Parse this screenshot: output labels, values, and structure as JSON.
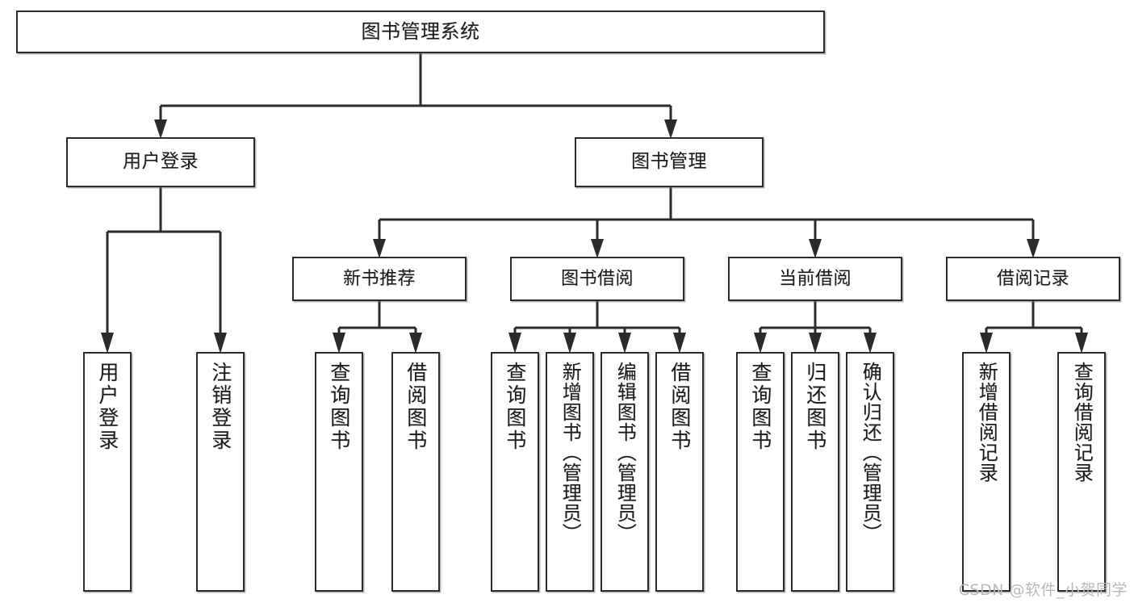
{
  "diagram": {
    "type": "tree-hierarchy",
    "title": "图书管理系统",
    "watermark": "CSDN @软件_小贺同学",
    "colors": {
      "box_border": "#2b2b2b",
      "box_fill": "#ffffff",
      "connector": "#2b2b2b",
      "watermark": "#b9b9b9",
      "background": "#ffffff"
    },
    "nodes": {
      "root": {
        "label": "图书管理系统"
      },
      "level2": [
        {
          "label": "用户登录"
        },
        {
          "label": "图书管理"
        }
      ],
      "level3": [
        {
          "label": "新书推荐"
        },
        {
          "label": "图书借阅"
        },
        {
          "label": "当前借阅"
        },
        {
          "label": "借阅记录"
        }
      ],
      "leaves": {
        "user_login": [
          {
            "label": "用户登录"
          },
          {
            "label": "注销登录"
          }
        ],
        "new_book_recommend": [
          {
            "label": "查询图书"
          },
          {
            "label": "借阅图书"
          }
        ],
        "book_borrow": [
          {
            "label": "查询图书"
          },
          {
            "label": "新增图书（管理员）"
          },
          {
            "label": "编辑图书（管理员）"
          },
          {
            "label": "借阅图书"
          }
        ],
        "current_borrow": [
          {
            "label": "查询图书"
          },
          {
            "label": "归还图书"
          },
          {
            "label": "确认归还（管理员）"
          }
        ],
        "borrow_record": [
          {
            "label": "新增借阅记录"
          },
          {
            "label": "查询借阅记录"
          }
        ]
      }
    }
  }
}
